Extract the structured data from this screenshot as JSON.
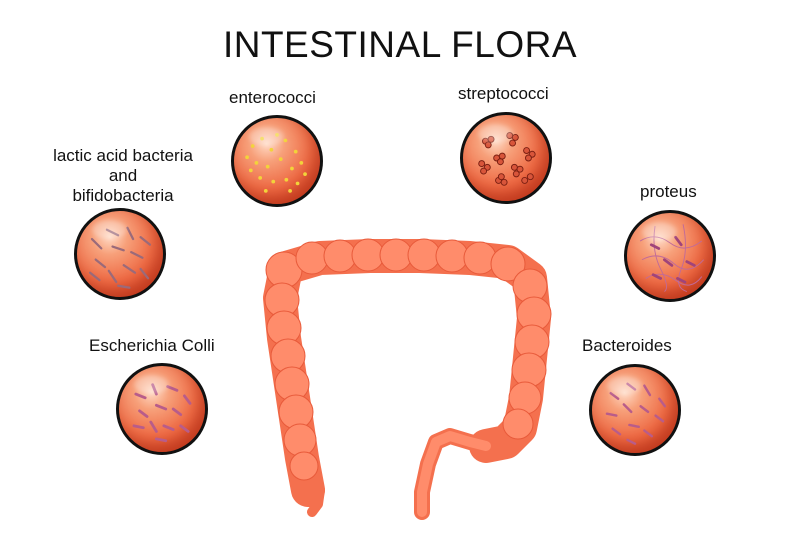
{
  "title": "INTESTINAL FLORA",
  "labels": {
    "enterococci": "enterococci",
    "streptococci": "streptococci",
    "lactic_line1": "lactic acid bacteria",
    "lactic_line2": "and",
    "lactic_line3": "bifidobacteria",
    "proteus": "proteus",
    "escherichia": "Escherichia Colli",
    "bacteroides": "Bacteroides"
  },
  "colors": {
    "dish": "#ee6b45",
    "intestine": "#f4704e",
    "cocci": "#f2d33a",
    "rods": "#b85c8a",
    "strep": "#c0392b"
  },
  "icons": [
    "enterococci-dish",
    "streptococci-dish",
    "lactobacilli-dish",
    "proteus-dish",
    "e-coli-dish",
    "bacteroides-dish",
    "large-intestine"
  ]
}
